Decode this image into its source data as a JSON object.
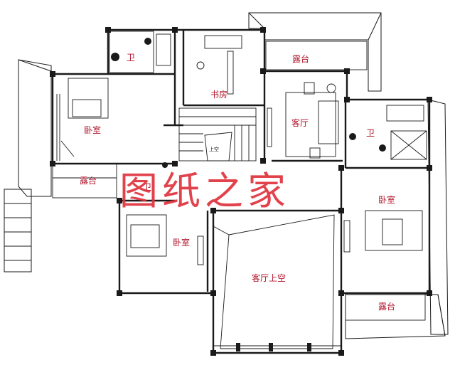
{
  "rooms": {
    "bath_top_left": "卫",
    "study": "书房",
    "terrace_top": "露台",
    "bedroom_left": "卧室",
    "living_room": "客厅",
    "bath_right": "卫",
    "terrace_left": "露台",
    "stair_label": "上空",
    "bath_center": "卫",
    "bedroom_right": "卧室",
    "bedroom_bottom": "卧室",
    "living_void": "客厅上空",
    "terrace_bottom_right": "露台"
  },
  "watermark": "图纸之家",
  "colors": {
    "label": "#b0162b",
    "watermark": "#e0323c",
    "wall": "#1a1a1a"
  }
}
